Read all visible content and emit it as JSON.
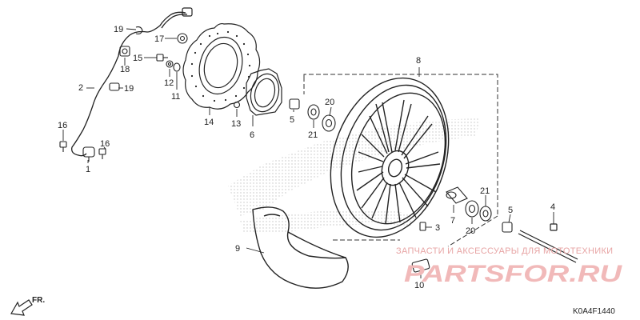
{
  "diagram": {
    "parts": [
      {
        "id": "p1",
        "label": "1"
      },
      {
        "id": "p2",
        "label": "2"
      },
      {
        "id": "p3",
        "label": "3"
      },
      {
        "id": "p4",
        "label": "4"
      },
      {
        "id": "p5a",
        "label": "5"
      },
      {
        "id": "p5b",
        "label": "5"
      },
      {
        "id": "p6",
        "label": "6"
      },
      {
        "id": "p7",
        "label": "7"
      },
      {
        "id": "p8",
        "label": "8"
      },
      {
        "id": "p9",
        "label": "9"
      },
      {
        "id": "p10",
        "label": "10"
      },
      {
        "id": "p11",
        "label": "11"
      },
      {
        "id": "p12",
        "label": "12"
      },
      {
        "id": "p13",
        "label": "13"
      },
      {
        "id": "p14",
        "label": "14"
      },
      {
        "id": "p15",
        "label": "15"
      },
      {
        "id": "p16a",
        "label": "16"
      },
      {
        "id": "p16b",
        "label": "16"
      },
      {
        "id": "p17",
        "label": "17"
      },
      {
        "id": "p18",
        "label": "18"
      },
      {
        "id": "p19a",
        "label": "19"
      },
      {
        "id": "p19b",
        "label": "19"
      },
      {
        "id": "p20a",
        "label": "20"
      },
      {
        "id": "p20b",
        "label": "20"
      },
      {
        "id": "p21a",
        "label": "21"
      },
      {
        "id": "p21b",
        "label": "21"
      }
    ],
    "direction_label": "FR.",
    "reference_code": "K0A4F1440",
    "watermark": {
      "tagline": "ЗАПЧАСТИ И АКСЕССУАРЫ ДЛЯ МОТОТЕХНИКИ",
      "logo": "PARTSFOR.RU"
    },
    "colors": {
      "line": "#222222",
      "watermark": "#e7a4a4",
      "background_logo": "#cfcfcf"
    }
  }
}
